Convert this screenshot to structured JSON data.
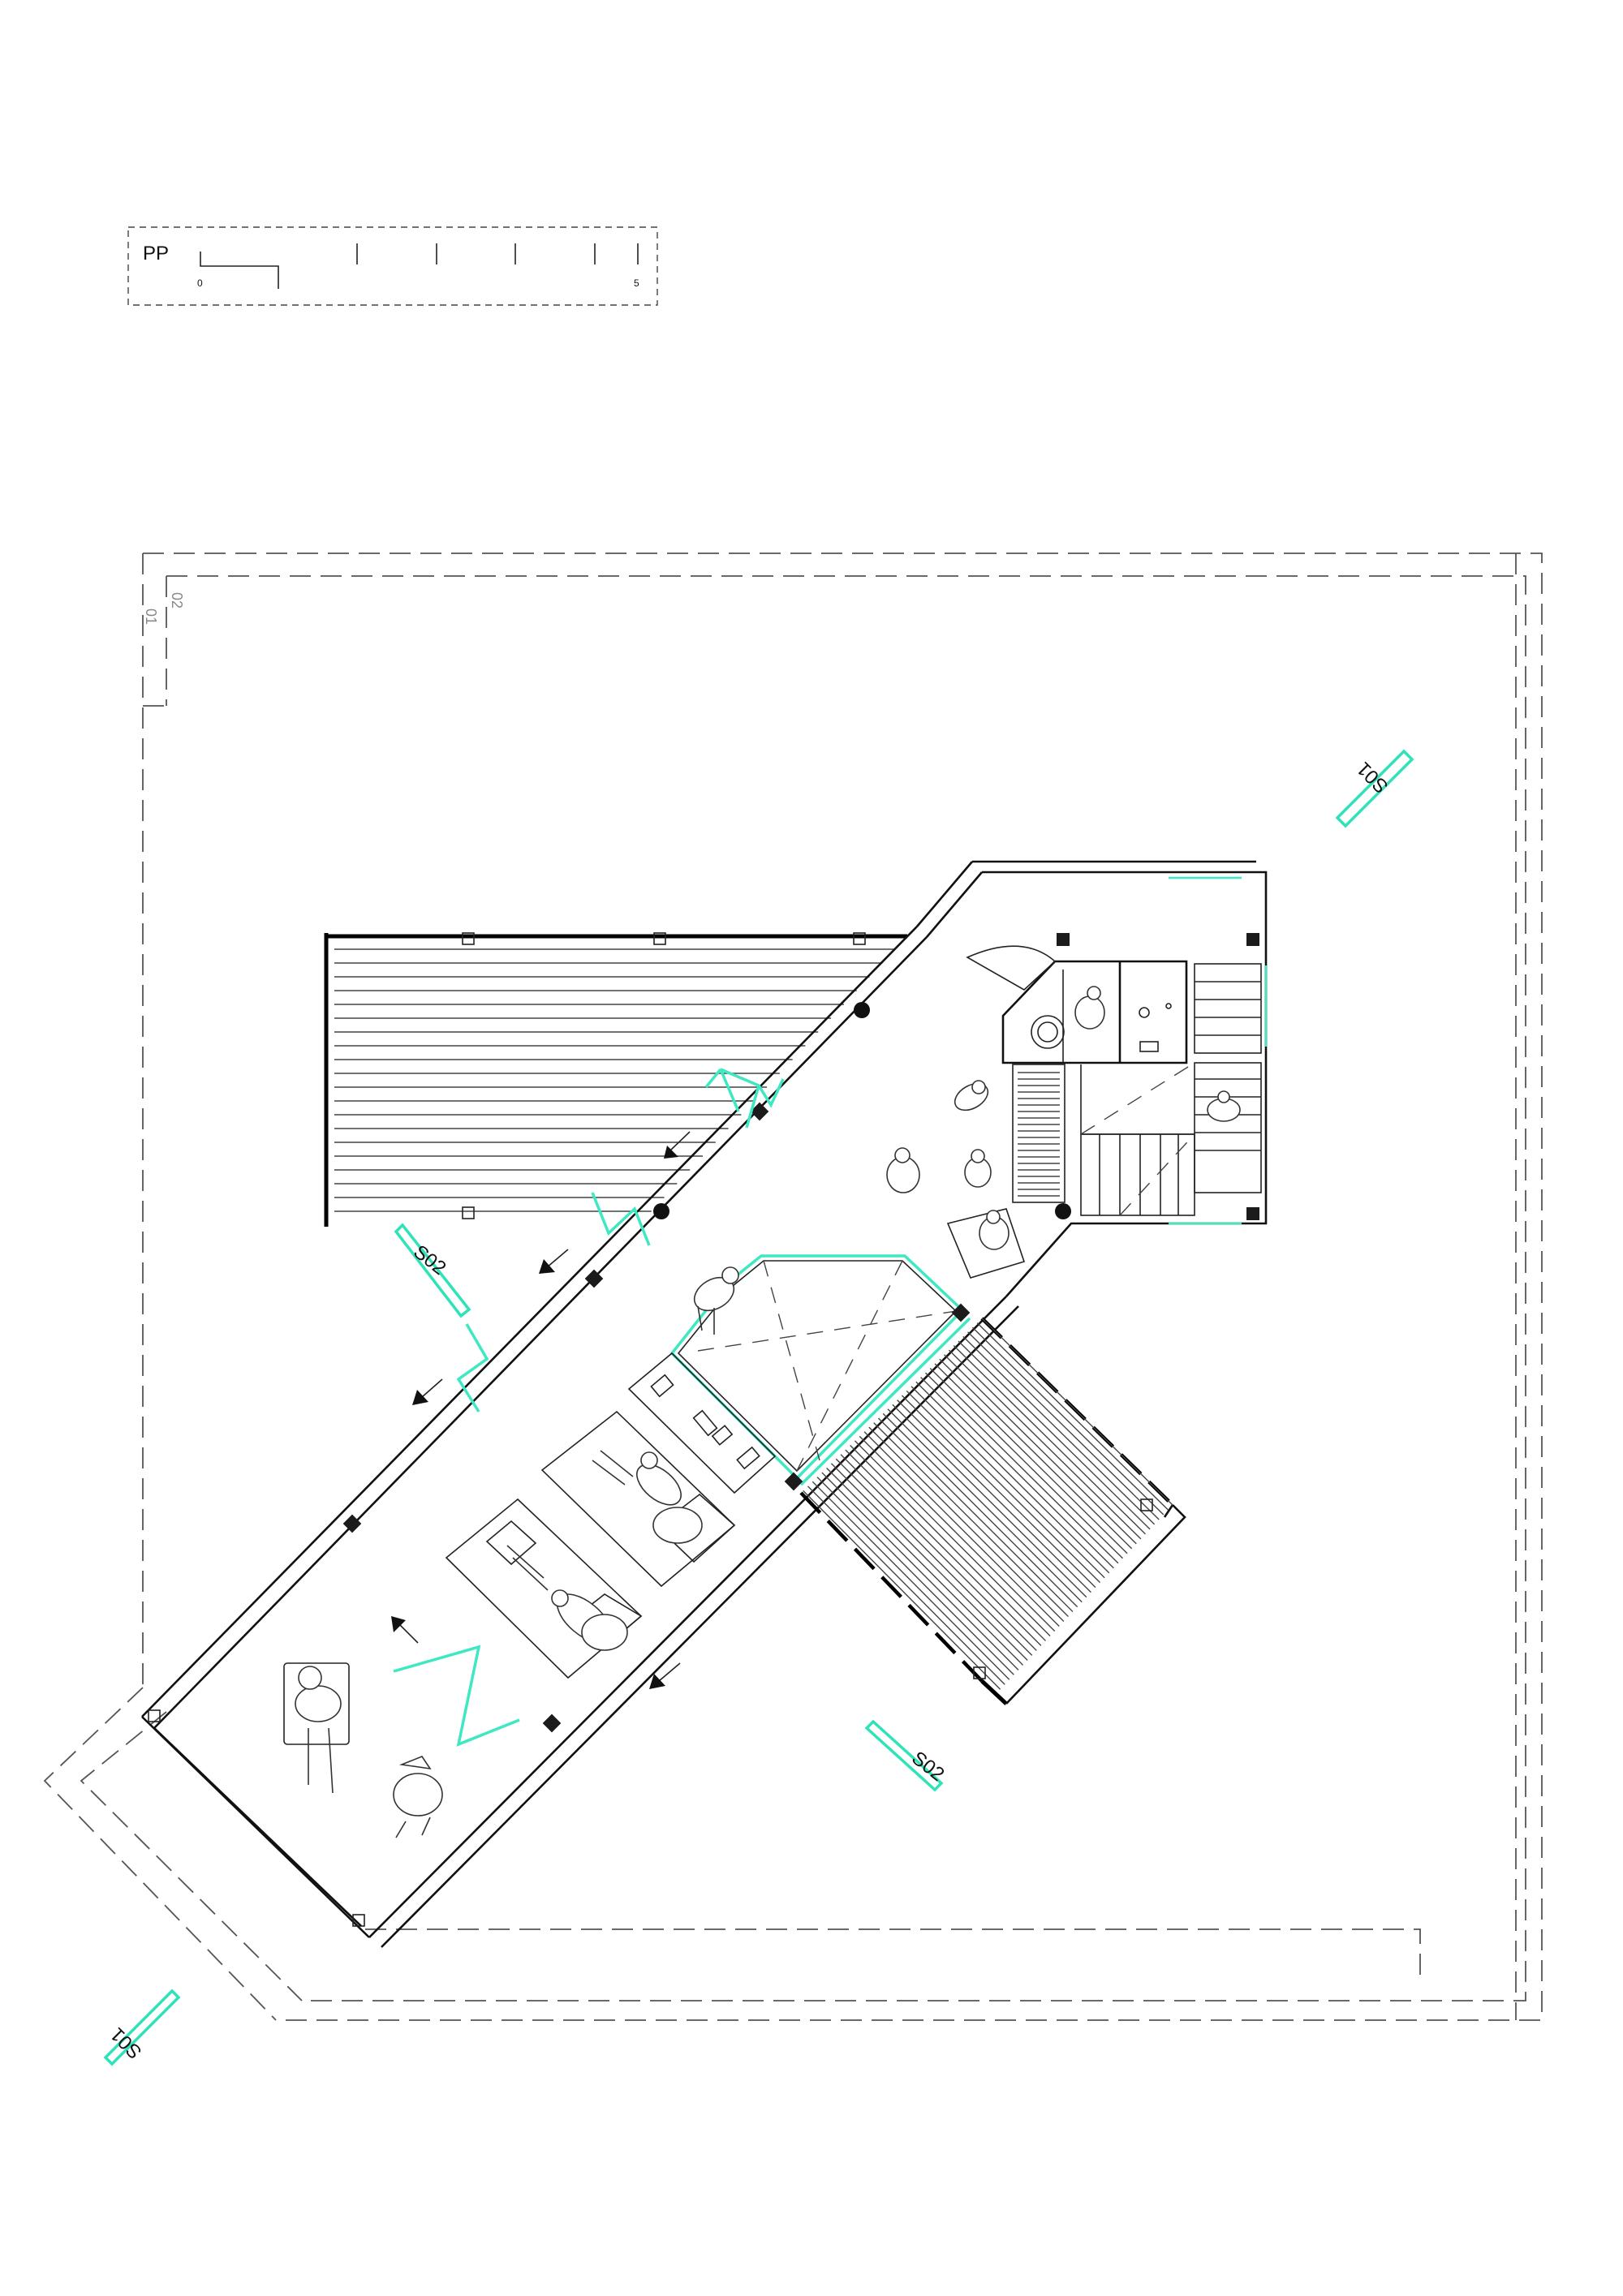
{
  "title_block": {
    "label": "PP",
    "scale_min": "0",
    "scale_max": "5"
  },
  "level_marks": [
    "01",
    "02"
  ],
  "section_marks": {
    "s01": "S01",
    "s02": "S02"
  },
  "colors": {
    "line": "#111111",
    "glazing_and_section_markers": "#3ee8c2",
    "background": "#ffffff"
  }
}
